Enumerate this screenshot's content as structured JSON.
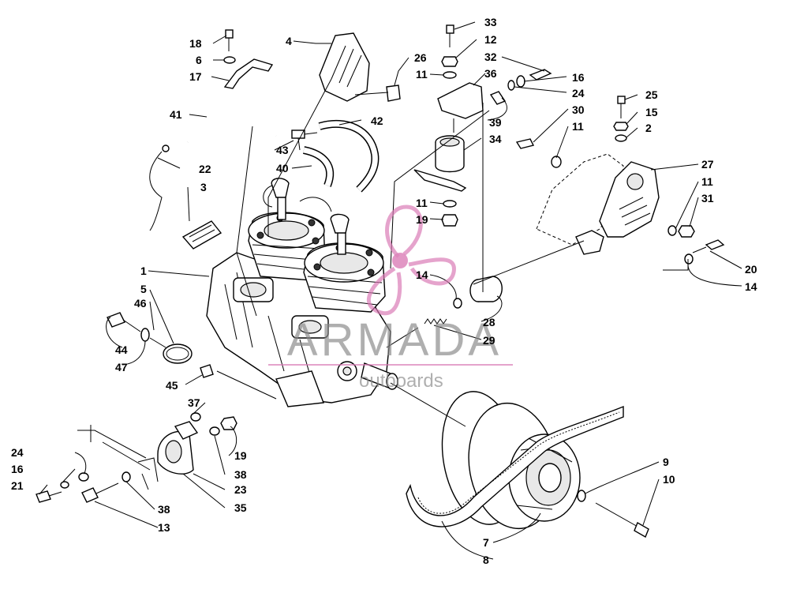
{
  "watermark": {
    "brand": "ARMADA",
    "tagline": "outboards",
    "colors": {
      "logo": "#d978b4",
      "text": "#8a8a8a"
    }
  },
  "callouts": {
    "c1": "1",
    "c2": "2",
    "c3": "3",
    "c4": "4",
    "c5": "5",
    "c6": "6",
    "c7": "7",
    "c8": "8",
    "c9": "9",
    "c10": "10",
    "c11a": "11",
    "c11b": "11",
    "c11c": "11",
    "c11d": "11",
    "c12": "12",
    "c13": "13",
    "c14a": "14",
    "c14b": "14",
    "c15": "15",
    "c16a": "16",
    "c16b": "16",
    "c17": "17",
    "c18": "18",
    "c19a": "19",
    "c19b": "19",
    "c20": "20",
    "c21": "21",
    "c22": "22",
    "c23": "23",
    "c24a": "24",
    "c24b": "24",
    "c25": "25",
    "c26": "26",
    "c27": "27",
    "c28": "28",
    "c29": "29",
    "c30": "30",
    "c31": "31",
    "c32": "32",
    "c33": "33",
    "c34": "34",
    "c35": "35",
    "c36": "36",
    "c37": "37",
    "c38a": "38",
    "c38b": "38",
    "c39": "39",
    "c40": "40",
    "c41": "41",
    "c42": "42",
    "c43": "43",
    "c44": "44",
    "c45": "45",
    "c46": "46",
    "c47": "47"
  }
}
